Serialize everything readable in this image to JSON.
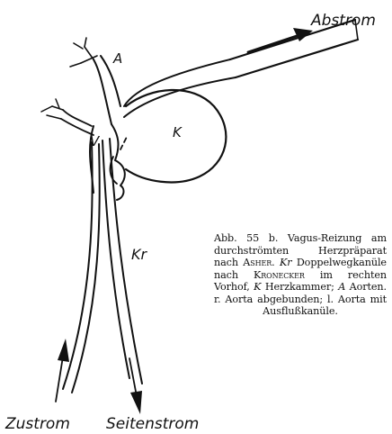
{
  "labels": {
    "abstrom": "Abstrom",
    "aorta": "A",
    "kammer": "K",
    "vorhof": "V",
    "kanuele": "Kr",
    "zustrom": "Zustrom",
    "seitenstrom": "Seitenstrom"
  },
  "caption": {
    "number": "Abb. 55 b.",
    "lead": "Vagus-Reizung am durchströmten Herzpräparat nach",
    "asher": "Asher.",
    "kr": "Kr",
    "mid": "Doppelwegkanüle nach",
    "kronecker": "Kronecker",
    "vorhof_text": "im rechten Vorhof,",
    "k": "K",
    "kammer_text": "Herzkammer;",
    "a": "A",
    "tail": "Aorten. r. Aorta abgebunden; l. Aorta mit Ausflußkanüle."
  }
}
